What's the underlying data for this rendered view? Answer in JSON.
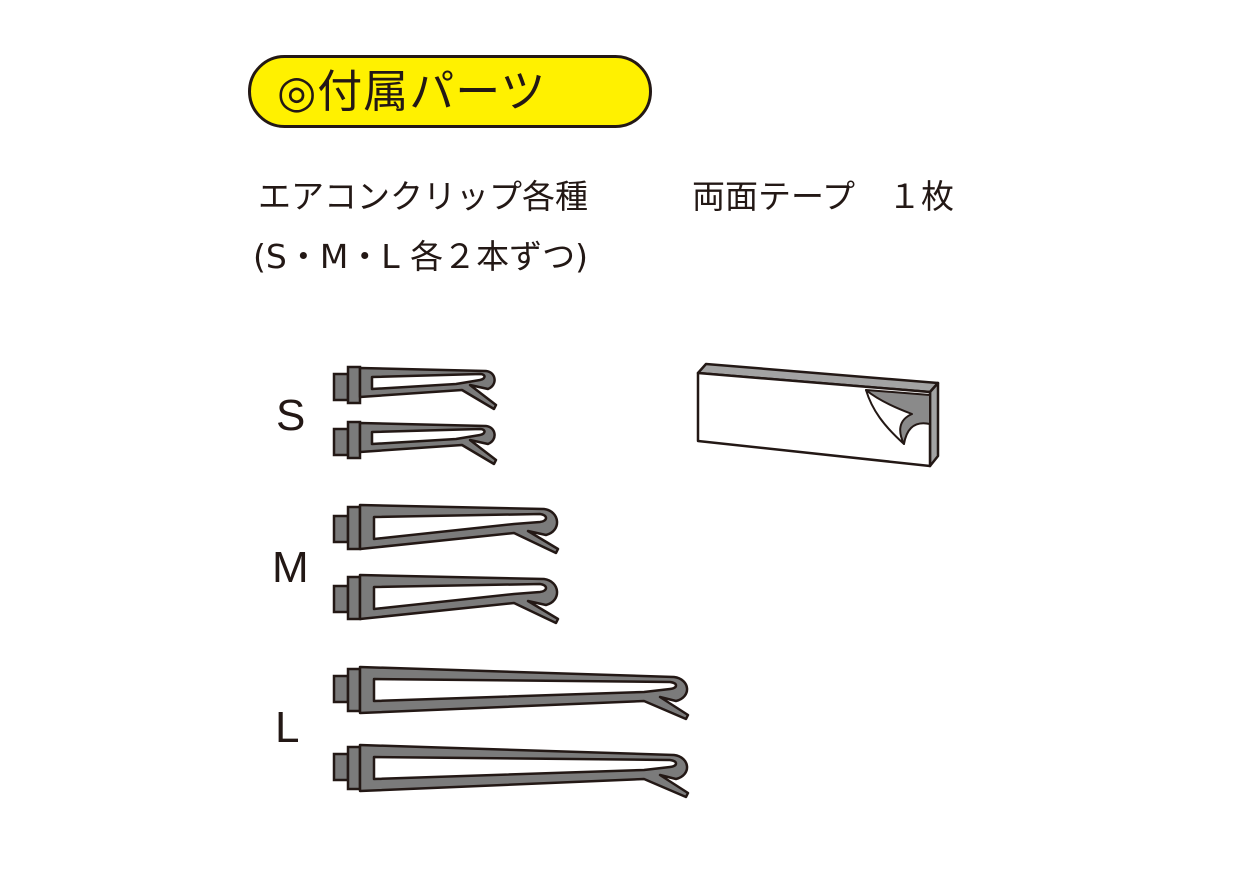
{
  "title": "◎付属パーツ",
  "clip_line1": "エアコンクリップ各種",
  "clip_line2": "(S・M・L 各２本ずつ)",
  "tape_label": "両面テープ　１枚",
  "clip_sizes": [
    {
      "label": "S"
    },
    {
      "label": "M"
    },
    {
      "label": "L"
    }
  ],
  "colors": {
    "title_bg": "#fff100",
    "outline": "#231815",
    "clip_fill": "#7b7b7b",
    "tape_edge": "#a3a3a3",
    "tape_liner": "#8a8a8a"
  }
}
